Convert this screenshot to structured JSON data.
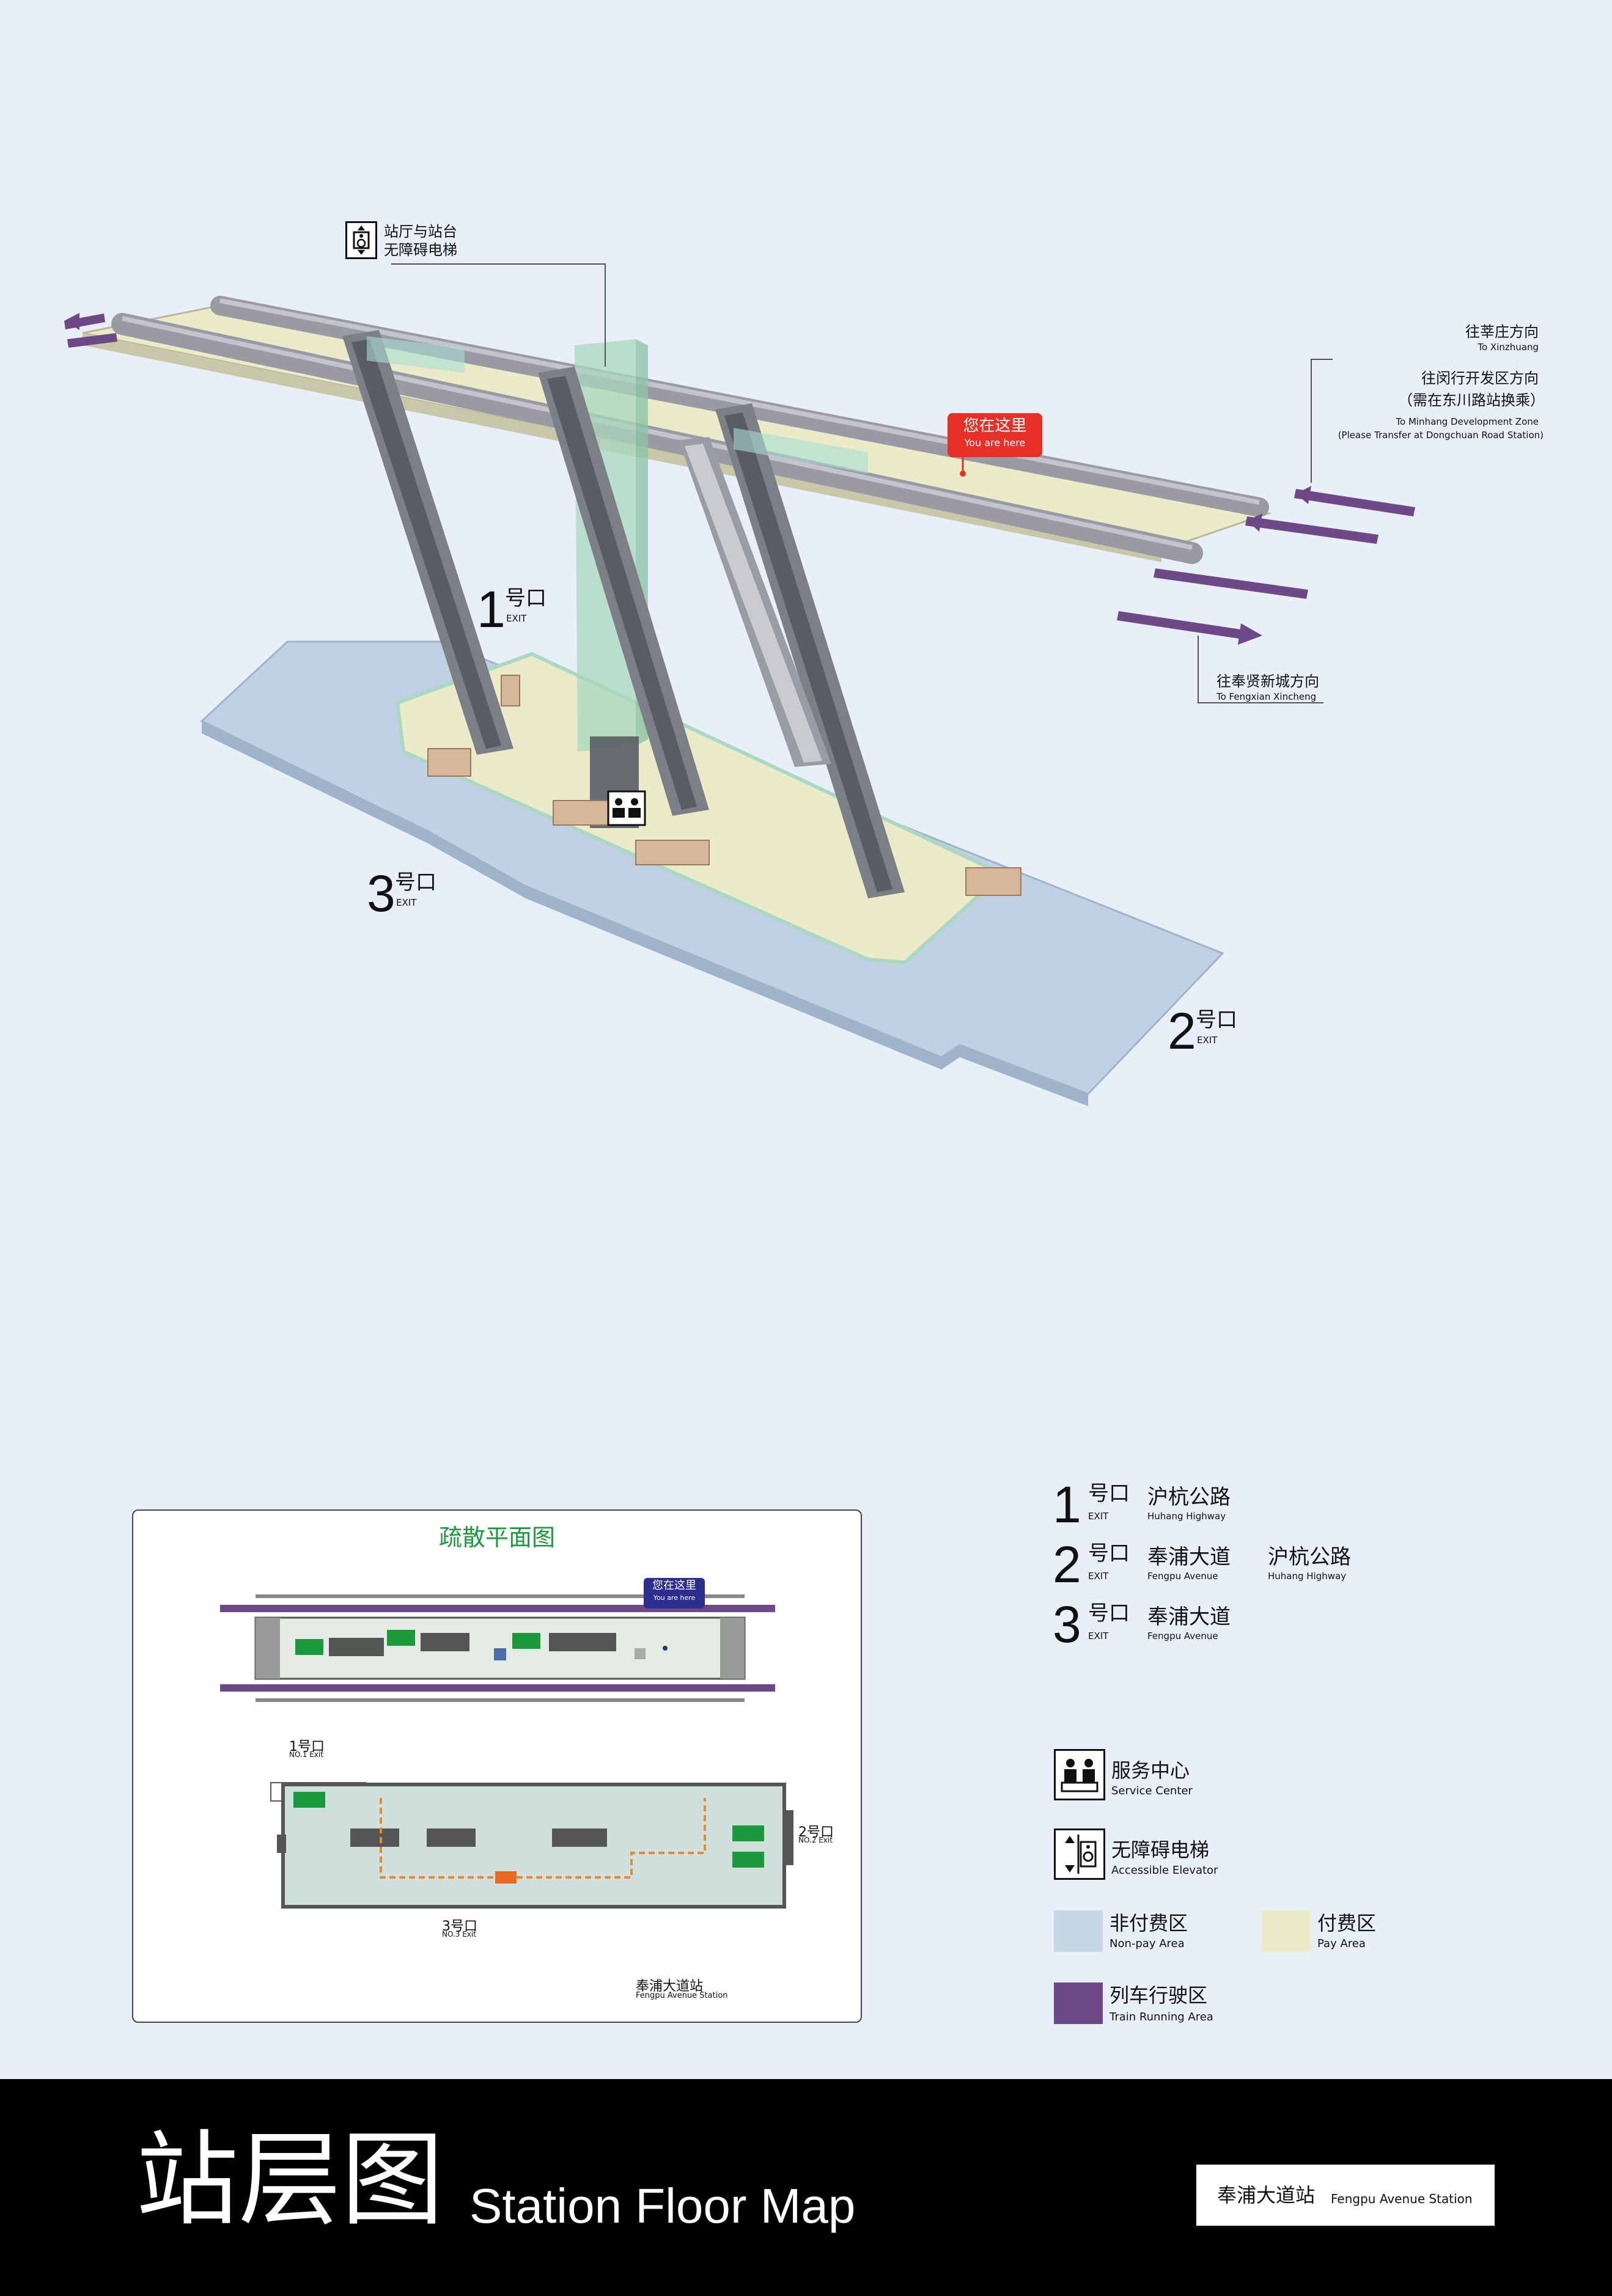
{
  "diagram": {
    "elevator_callout": {
      "line1": "站厅与站台",
      "line2": "无障碍电梯"
    },
    "directions": [
      {
        "zh": "往莘庄方向",
        "en": "To Xinzhuang"
      },
      {
        "zh": "往闵行开发区方向",
        "zh2": "（需在东川路站换乘）",
        "en": "To Minhang Development Zone",
        "en2": "(Please Transfer at Dongchuan Road Station)"
      },
      {
        "zh": "往奉贤新城方向",
        "en": "To Fengxian Xincheng"
      }
    ],
    "you_are_here": {
      "zh": "您在这里",
      "en": "You are here"
    },
    "exits": [
      {
        "num": "1",
        "zh": "号口",
        "en": "EXIT"
      },
      {
        "num": "2",
        "zh": "号口",
        "en": "EXIT"
      },
      {
        "num": "3",
        "zh": "号口",
        "en": "EXIT"
      }
    ]
  },
  "evacuation": {
    "title": "疏散平面图",
    "you_are_here": {
      "zh": "您在这里",
      "en": "You are here"
    },
    "exit1": {
      "zh": "1号口",
      "en": "NO.1 Exit"
    },
    "exit2": {
      "zh": "2号口",
      "en": "NO.2 Exit"
    },
    "exit3": {
      "zh": "3号口",
      "en": "NO.3 Exit"
    },
    "station": {
      "zh": "奉浦大道站",
      "en": "Fengpu Avenue Station"
    }
  },
  "exit_list": [
    {
      "num": "1",
      "zh": "号口",
      "en": "EXIT",
      "roads": [
        {
          "zh": "沪杭公路",
          "en": "Huhang Highway"
        }
      ]
    },
    {
      "num": "2",
      "zh": "号口",
      "en": "EXIT",
      "roads": [
        {
          "zh": "奉浦大道",
          "en": "Fengpu Avenue"
        },
        {
          "zh": "沪杭公路",
          "en": "Huhang Highway"
        }
      ]
    },
    {
      "num": "3",
      "zh": "号口",
      "en": "EXIT",
      "roads": [
        {
          "zh": "奉浦大道",
          "en": "Fengpu Avenue"
        }
      ]
    }
  ],
  "legend": {
    "service_center": {
      "zh": "服务中心",
      "en": "Service Center"
    },
    "accessible_elevator": {
      "zh": "无障碍电梯",
      "en": "Accessible Elevator"
    },
    "non_pay": {
      "zh": "非付费区",
      "en": "Non-pay Area",
      "color": "#c5d6e4"
    },
    "pay": {
      "zh": "付费区",
      "en": "Pay Area",
      "color": "#ebebc9"
    },
    "train": {
      "zh": "列车行驶区",
      "en": "Train Running Area",
      "color": "#6d4a87"
    }
  },
  "footer": {
    "title_zh": "站层图",
    "title_en": "Station Floor Map",
    "station_zh": "奉浦大道站",
    "station_en": "Fengpu Avenue Station"
  }
}
